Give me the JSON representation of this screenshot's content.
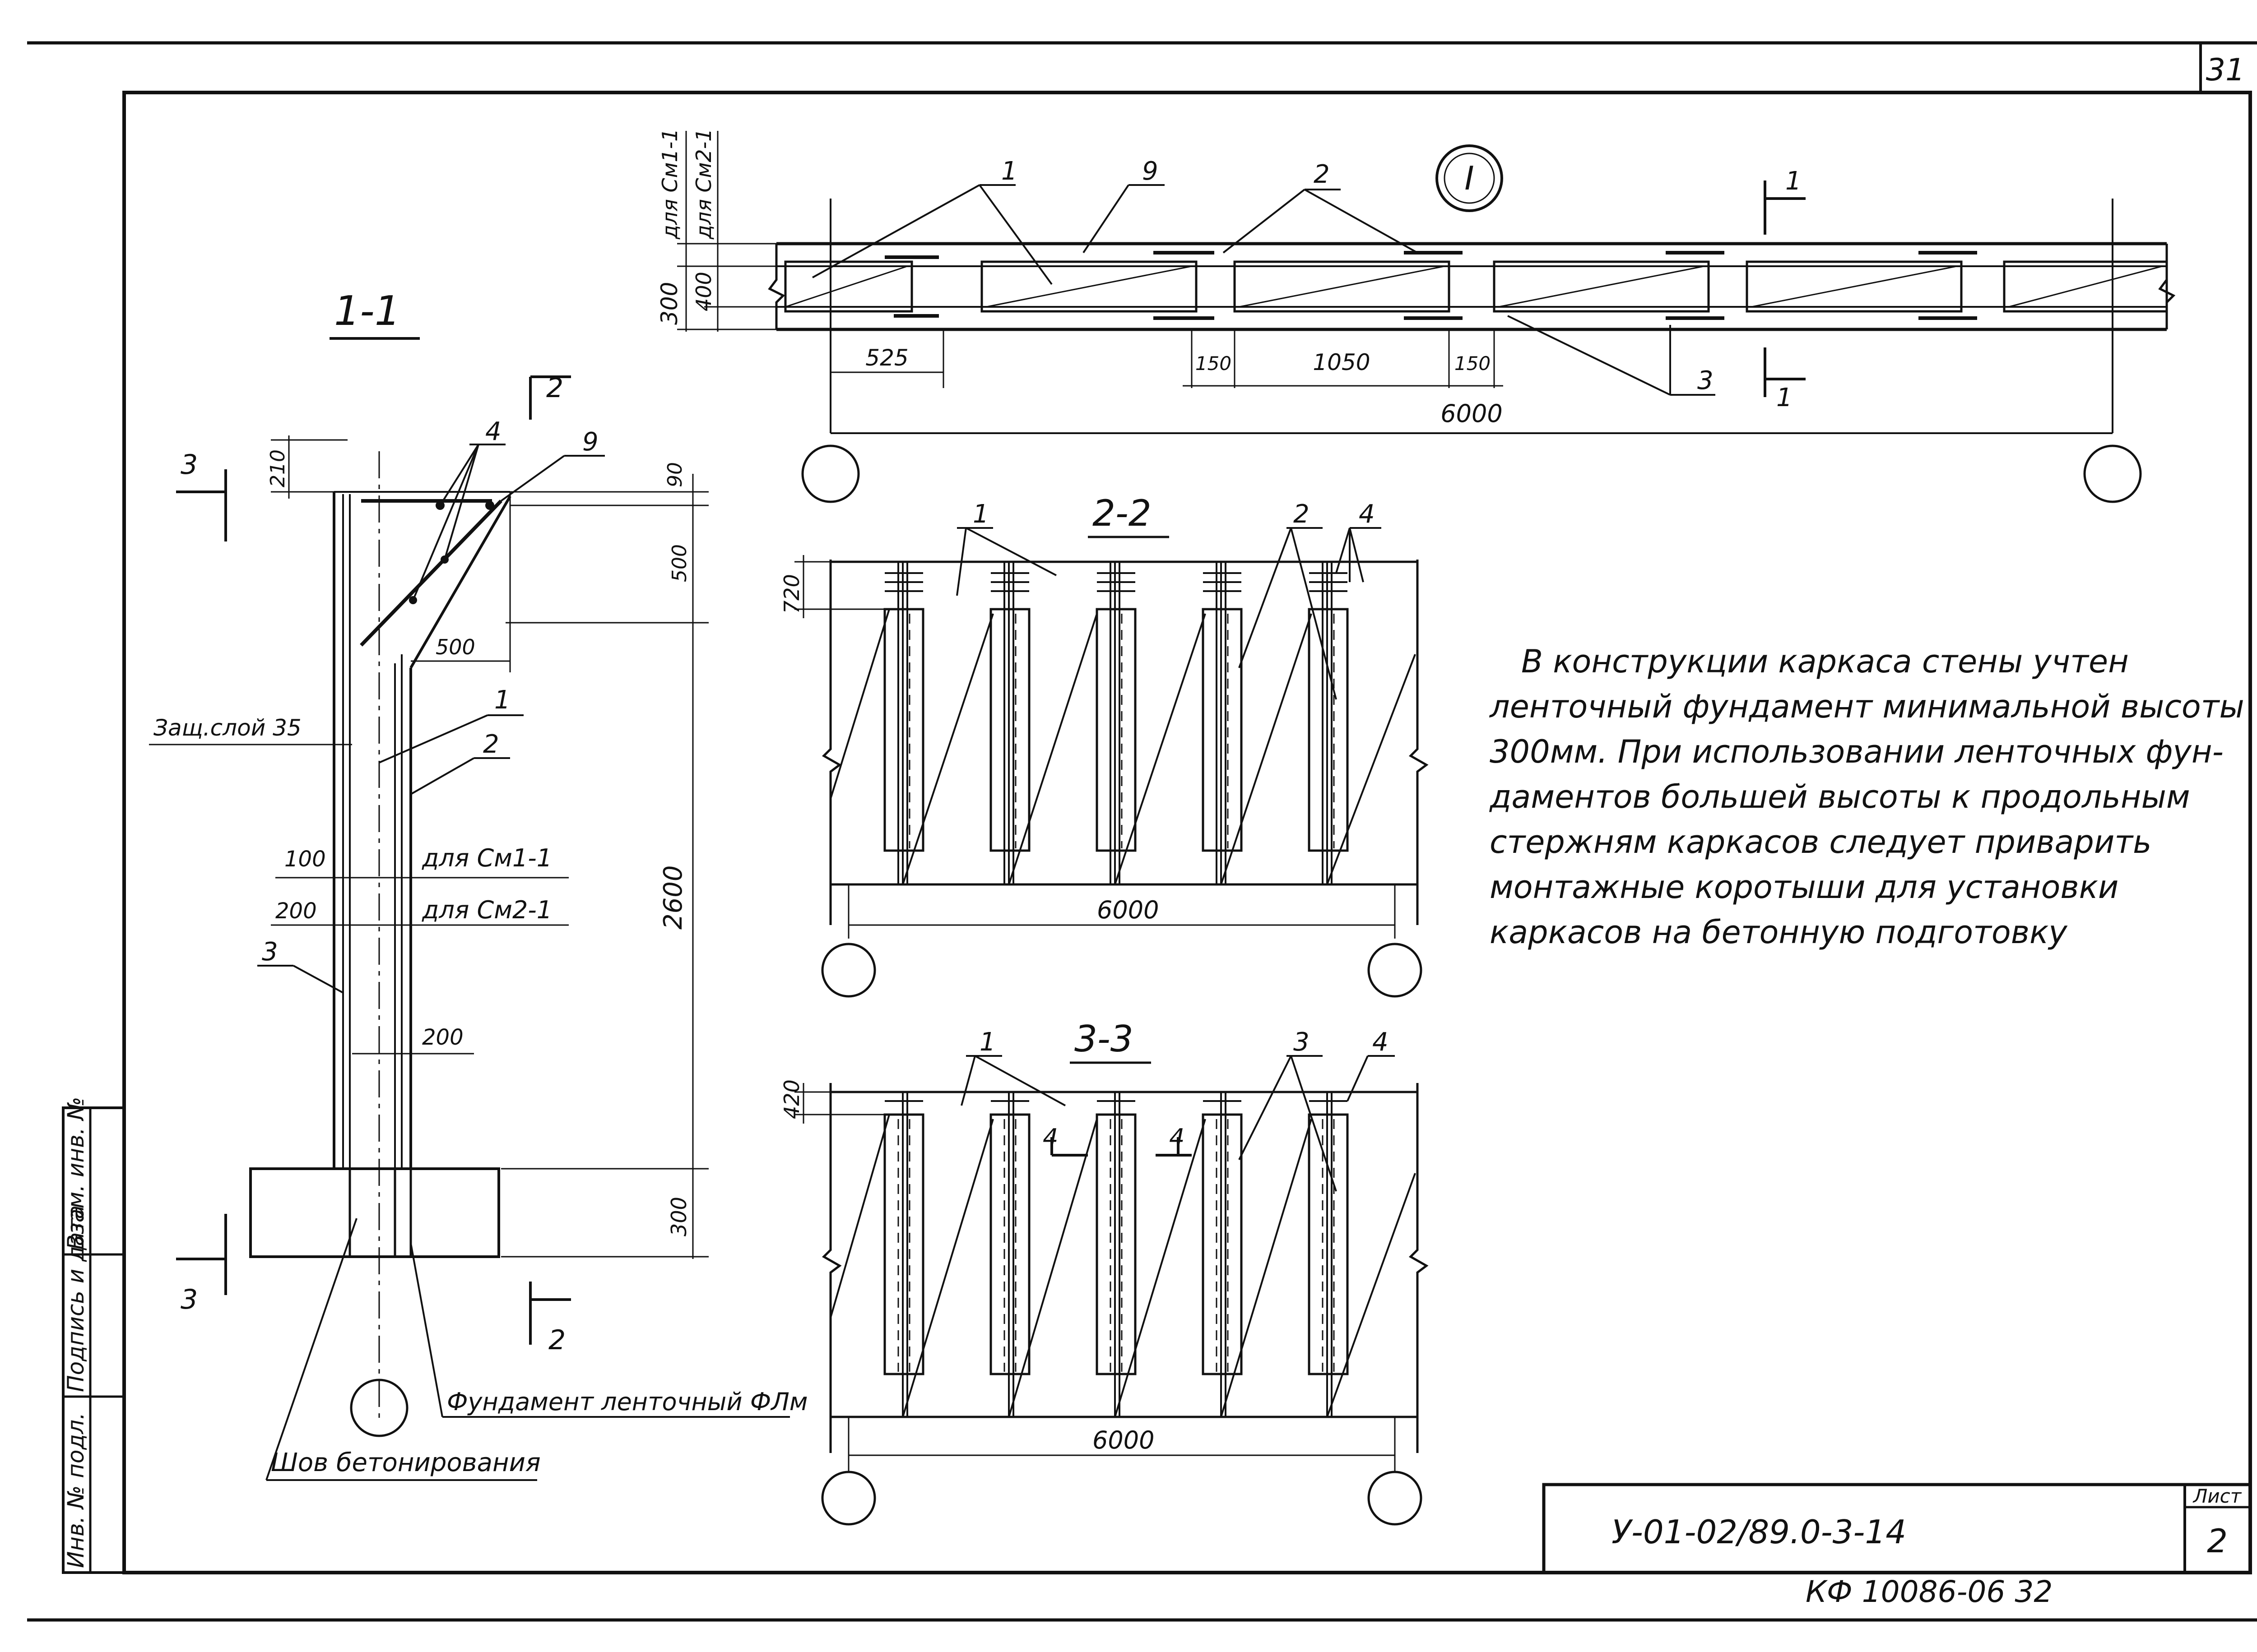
{
  "sheet": {
    "corner_number": "31",
    "list_label": "Лист",
    "list_number": "2",
    "doc_code": "У-01-02/89.0-3-14",
    "archive_code": "КФ 10086-06 32"
  },
  "side_stamp": {
    "inv_podl": "Инв. № подл.",
    "podpis_data": "Подпись и дата",
    "vzam_inv": "Взам. инв. №"
  },
  "plan": {
    "node_mark": "I",
    "label_sm1": "для См1-1",
    "label_sm2": "для См2-1",
    "dim_300": "300",
    "dim_400": "400",
    "dim_525": "525",
    "dim_150a": "150",
    "dim_1050": "1050",
    "dim_150b": "150",
    "dim_6000": "6000",
    "pos_1": "1",
    "pos_9": "9",
    "pos_2": "2",
    "pos_3": "3",
    "cut_1_top": "1",
    "cut_1_bottom": "1"
  },
  "section_1_1": {
    "title": "1-1",
    "cut_2_top": "2",
    "cut_2_bottom": "2",
    "cut_3_top": "3",
    "cut_3_bottom": "3",
    "dim_210": "210",
    "dim_90": "90",
    "dim_500_v": "500",
    "dim_500_h": "500",
    "dim_2600": "2600",
    "dim_300": "300",
    "pos_4": "4",
    "pos_9": "9",
    "pos_1": "1",
    "pos_2": "2",
    "pos_3": "3",
    "cover_label": "Защ.слой 35",
    "dim_100": "100",
    "for_sm1": "для См1-1",
    "dim_200a": "200",
    "for_sm2": "для См2-1",
    "dim_200b": "200",
    "foundation_label": "Фундамент ленточный ФЛм",
    "joint_label": "Шов бетонирования"
  },
  "section_2_2": {
    "title": "2-2",
    "dim_720": "720",
    "dim_6000": "6000",
    "pos_1": "1",
    "pos_2": "2",
    "pos_4": "4"
  },
  "section_3_3": {
    "title": "3-3",
    "dim_420": "420",
    "dim_6000": "6000",
    "pos_1": "1",
    "pos_3": "3",
    "pos_4": "4",
    "cut_4a": "4",
    "cut_4b": "4"
  },
  "note": {
    "lines": [
      "В конструкции каркаса стены учтен",
      "ленточный фундамент минимальной высоты",
      "300мм. При использовании ленточных фун-",
      "даментов большей высоты к продольным",
      "стержням каркасов следует приварить",
      "монтажные коротыши для установки",
      "каркасов на бетонную подготовку"
    ]
  }
}
